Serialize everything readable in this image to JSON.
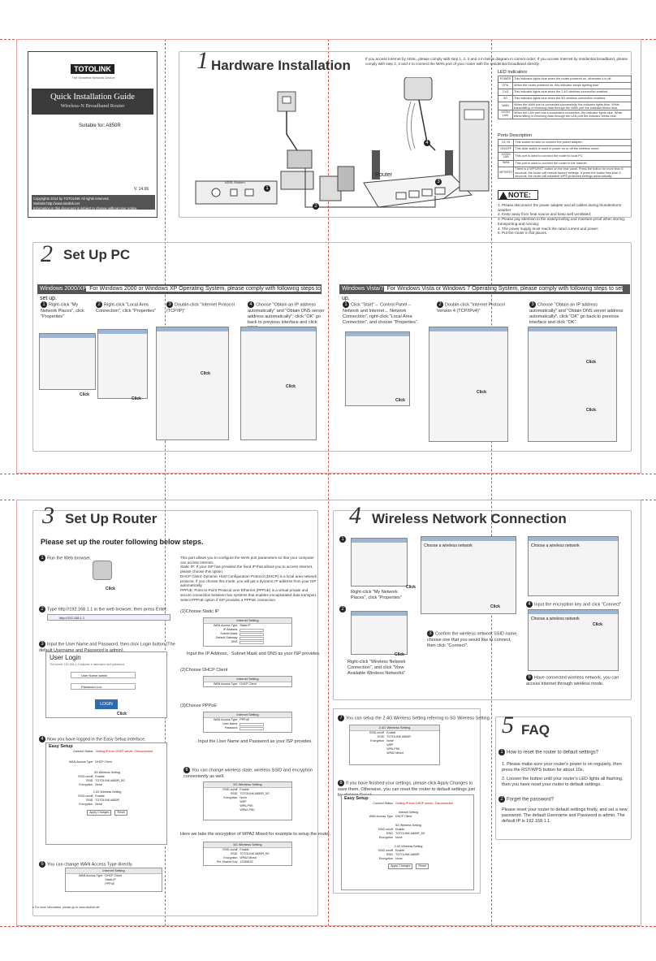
{
  "brand": {
    "name": "TOTOLINK",
    "tagline": "The Smartest Network Device"
  },
  "cover": {
    "title": "Quick Installation Guide",
    "subtitle": "Wireless-N Broadband Router",
    "suitable": "Suitable for:  A850R",
    "version": "V. 14.06",
    "copyright": "Copyrights 2014 by TOTOLINK All rights reserved. Website:http://www.totolink.net",
    "notice": "Information in this document is subject to change without prior notice."
  },
  "s1": {
    "num": "1",
    "title": "Hardware Installation",
    "intro": "If you access Internet by ADSL, please comply with step 1, 2, 3 and 4 in below diagram in correct order; If you access Internet by residential broadband, please comply with step 2, 3 and 4 to connect the WAN port of your router with the residential broadband directly.",
    "adsl_label": "ADSL Modem",
    "router_label": "Router",
    "steps": [
      "1",
      "2",
      "3",
      "4"
    ],
    "led_title": "LED Indicators",
    "leds": [
      {
        "k": "POWER",
        "d": "This indicator lights blue when the router powered on, otherwise it is off."
      },
      {
        "k": "CPU",
        "d": "When the router powered on, this indicator keeps lighting blue."
      },
      {
        "k": "2.4G",
        "d": "This indicator lights blue when the 2.4G wireless connection enabled."
      },
      {
        "k": "5G",
        "d": "This indicator lights blue when the 5G wireless connection enabled."
      },
      {
        "k": "WAN",
        "d": "When the WAN port is connected successfully, the indicator lights blue. While transmitting or receiving data through the WAN port the indicator blinks blue."
      },
      {
        "k": "1/2/3/4 LAN",
        "d": "When the LAN port has a successful connection, the indicator lights blue. While transmitting or receiving data through the LAN port the indicator blinks blue."
      }
    ],
    "ports_title": "Ports Description",
    "ports": [
      {
        "k": "DC IN",
        "d": "This socket is used to connect the power adapter."
      },
      {
        "k": "ON/OFF",
        "d": "This slide switch is used to power on or off the wireless router."
      },
      {
        "k": "1/2/3/4 LAN",
        "d": "This port is used to connect the router to local PC."
      },
      {
        "k": "WAN",
        "d": "This port is used to connect the router to the Internet."
      },
      {
        "k": "WPS/RST",
        "d": "There is a WPS/RST button on the rear panel. Press the button for more than 5 seconds, the router will restore factory settings. If press the button less than 5 seconds, the router will establish WPS protected settings automatically."
      }
    ],
    "note_title": "NOTE:",
    "notes": [
      "1. Please disconnect the power adapter and all cables during thunderstorm weather;",
      "2. Keep away from heat source and keep well ventilated;",
      "3. Please pay attention to the waterproofing and moisture-proof when storing, transporting and running;",
      "4. The power supply must reach the rated current and power;",
      "5. Put the router in flat places."
    ]
  },
  "s2": {
    "num": "2",
    "title": "Set Up PC",
    "xp_bar": "Windows 2000/XP",
    "xp_desc": "For Windows 2000 or Windows XP Operating System, please comply with following steps to set up.",
    "vista_bar": "Windows Vista/7",
    "vista_desc": "For Windows Vista or Windows 7 Operating System, please comply with following steps to set up.",
    "xp_steps": [
      "Right-click \"My Network Places\", click \"Properties\"",
      "Right-click \"Local Area Connection\", click \"Properties\"",
      "Double-click \"Internet Protocol (TCP/IP)\"",
      "Choose \"Obtain an IP address automatically\" and \"Obtain DNS server address automatically\", click \"OK\" go back to previous interface and click \"OK\"."
    ],
    "vista_steps": [
      "Click \"Start\"→ Control Panel→ Network and Internet→ Network Connection\", right-click \"Local Area Connection\", and choose \"Properties\".",
      "Double-click \"Internet Protocol Version 4 (TCP/IPv4)\"",
      "Choose \"Obtain an IP address automatically\" and \"Obtain DNS server address automatically\", click \"OK\" go back to previous interface and click \"OK\"."
    ],
    "click": "Click"
  },
  "s3": {
    "num": "3",
    "title": "Set Up Router",
    "lead": "Please set up the router following below steps.",
    "step1": "Run the Web browser.",
    "step2": "Type http://192.168.1.1 in the web browser, then press Enter.",
    "url": "http://192.168.1.1",
    "step3": "Input the User Name and Password, then click Login button (The default Username and Password is admin).",
    "login_title": "User Login",
    "login_sub": "The server 192.168.1.1 requires a username and password",
    "user_label": "User Name",
    "user_val": "admin",
    "pass_label": "Password",
    "pass_val": "•••••",
    "login_btn": "LOGIN",
    "step4": "Now you have logged in the Easy Setup interface.",
    "easy": "Easy Setup",
    "step5": "You can change WAN Access Type directly.",
    "wan_text": "This part allows you to configure the WAN port parameters so that your computer can access Internet.\nStatic IP: If your ISP has provided the fixed IP that allows you to access Internet, please choose this option.\nDHCP Client: Dynamic Host Configuration Protocol (DHCP) is a local area network protocol. If you choose this mode, you will get a dynamic IP address from your ISP automatically.\nPPPoE: Point-to-Point Protocol over Ethernet (PPPoE) is a virtual private and secure connection between two systems that enables encapsulated data transport. Select PPPoE option if ISP provides a PPPoE connection.",
    "opt1": "(1)Choose Static IP",
    "opt1_note": "Input the IP Address、Subnet Mask and DNS as your ISP provides.",
    "opt2": "(2)Choose DHCP Client",
    "opt3": "(3)Choose PPPoE",
    "opt3_note": "Input the User Name and Password as your ISP provides.",
    "step6": "You can change wireless state, wireless SSID and encryption conveniently as well.",
    "wpa_note": "Here we take the encryption of WPA2 Mixed for example to setup the router.",
    "step7": "You can setup the 2.4G Wireless Setting referring to 5G Wireless Setting.",
    "step8": "If you have finished your settings, please click Apply Changes to save them. Otherwise, you can reset the router to default settings just by clicking Reset.",
    "apply": "Apply Changes",
    "reset": "Reset",
    "footnote": "♦ For more information, please go to www.totolink.net",
    "f_internet": "Internet Setting",
    "f_wan": "WAN Access Type",
    "f_ip": "IP Address",
    "f_mask": "Subnet Mask",
    "f_gw": "Default Gateway",
    "f_dns": "DNS",
    "f_static": "Static IP",
    "f_dhcp": "DHCP Client",
    "f_pppoe": "PPPoE",
    "f_user": "User Name",
    "f_pass": "Password",
    "f_5g": "5G Wireless Setting",
    "f_24g": "2.4G Wireless Setting",
    "f_onoff": "SSID on/off",
    "f_ssid": "SSID",
    "f_enc": "Encryption",
    "f_presh": "Pre-Shared Key",
    "f_enable": "Enable",
    "f_none": "None",
    "f_ssidval": "TOTOLINK A850R_5G",
    "f_ssid24": "TOTOLINK A850R",
    "f_wpa": "WPA2 Mixed",
    "f_key": "12345678",
    "f_connect": "Connect Status",
    "f_connect_val": "Getting IP from DHCP server...Disconnected",
    "enc_opts": [
      "None",
      "WEP",
      "WPA-PSK",
      "WPA2-PSK",
      "WPA2 Mixed"
    ]
  },
  "s4": {
    "num": "4",
    "title": "Wireless Network Connection",
    "st1": "Right-click \"My Network Places\", click \"Properties\"",
    "st2": "Right-click \"Wireless Network Connection\", and click \"View Available Wireless Networks\"",
    "st3": "Confirm the wireless network SSID name, choose one that you would like to connect, then click \"Connect\".",
    "st4": "Input the encryption key and click \"Connect\"",
    "st5": "Have connected wireless network, you can access internet through wireless mode.",
    "win_title": "Choose a wireless network",
    "click": "Click"
  },
  "s5": {
    "num": "5",
    "title": "FAQ",
    "q1": "How to reset the router to default settings?",
    "a1a": "1. Please make sure your router's power is on regularly, then press the RST/WPS button for about 10s.",
    "a1b": "2. Loosen the button until your router's LED lights all flashing, then you have reset your router to default settings.",
    "q2": "Forget the password?",
    "a2": "Please reset your router to default settings firstly, and set a new password. The default Username and Password is admin. The default IP is 192.168.1.1."
  }
}
